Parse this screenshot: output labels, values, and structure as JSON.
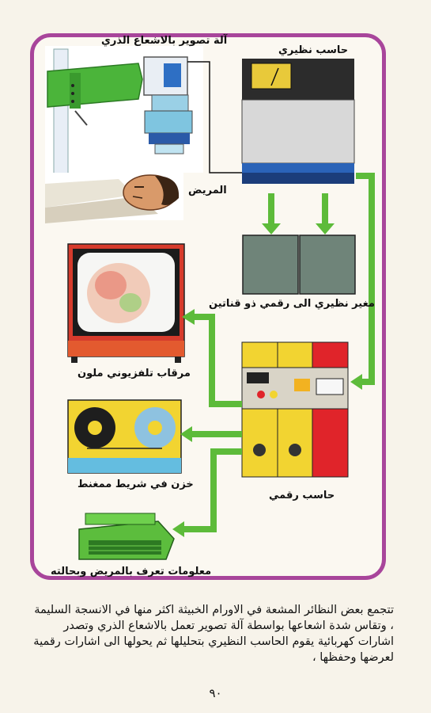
{
  "labels": {
    "xray_camera": "آلة تصوير بالاشعاع الذري",
    "analog_computer": "حاسب نظيري",
    "patient": "المريض",
    "converter": "مغير نظيري الى رقمي ذو قناتين",
    "tv_monitor": "مرقاب تلفزيوني ملون",
    "tape_storage": "خزن في شريط ممغنط",
    "digital_computer": "حاسب رقمي",
    "patient_info": "معلومات تعرف بالمريض وبحالته"
  },
  "caption": "تتجمع بعض النظائر المشعة في الاورام الخبيثة اكثر منها في الانسجة السليمة ، وتقاس شدة اشعاعها بواسطة آلة تصوير تعمل بالاشعاع الذري وتصدر اشارات كهربائية يقوم الحاسب النظيري بتحليلها ثم يحولها الى اشارات رقمية لعرضها وحفظها ،",
  "page_number": "٩٠",
  "colors": {
    "frame": "#a8459b",
    "arrow": "#5dbb3a",
    "equipment_blue": "#2a63b8",
    "digital_yellow": "#f2d431",
    "digital_red": "#e0242a"
  }
}
